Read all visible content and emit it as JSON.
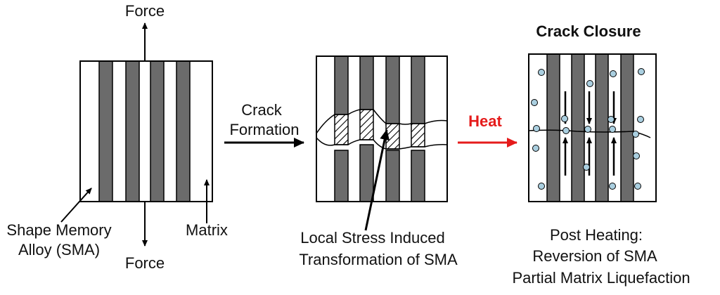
{
  "labels": {
    "force_top": "Force",
    "force_bottom": "Force",
    "sma_line1": "Shape Memory",
    "sma_line2": "Alloy (SMA)",
    "matrix": "Matrix",
    "crack_line1": "Crack",
    "crack_line2": "Formation",
    "local_line1": "Local Stress Induced",
    "local_line2": "Transformation of SMA",
    "heat": "Heat",
    "crack_closure": "Crack Closure",
    "post_line1": "Post Heating:",
    "post_line2": "Reversion of SMA",
    "post_line3": "Partial Matrix Liquefaction"
  },
  "colors": {
    "sma_fill": "#6b6b6b",
    "matrix_fill": "#ffffff",
    "outline": "#000000",
    "heat": "#e51b1b",
    "particle": "#aacfe0"
  }
}
